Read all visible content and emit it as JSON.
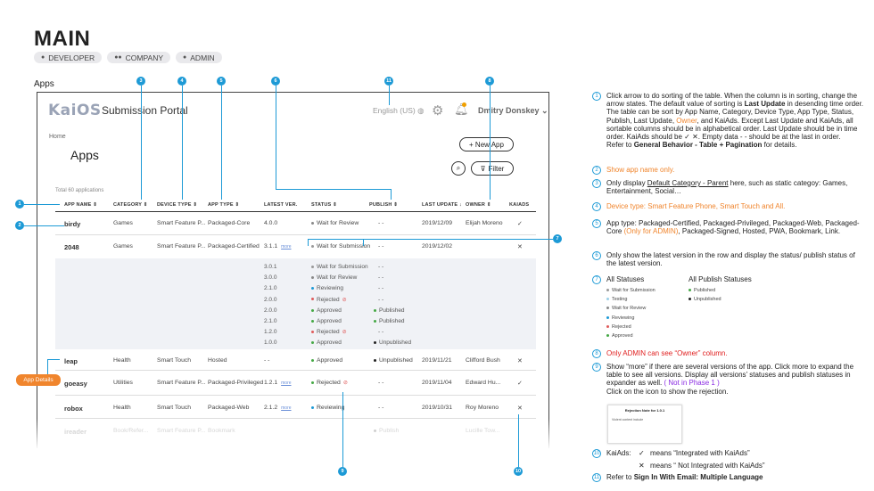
{
  "page": {
    "title": "MAIN",
    "roles": [
      "DEVELOPER",
      "COMPANY",
      "ADMIN"
    ],
    "section": "Apps",
    "app_details_label": "App Details"
  },
  "portal": {
    "logo": "KaiOS",
    "name": "Submission Portal",
    "language": "English (US)",
    "user": "Dmitry Donskey",
    "breadcrumb": "Home",
    "title": "Apps",
    "new_app": "+ New App",
    "filter": "Filter",
    "total": "Total 60 applications"
  },
  "table": {
    "headers": [
      "APP NAME",
      "CATEGORY",
      "DEVICE TYPE",
      "APP TYPE",
      "LATEST VER.",
      "STATUS",
      "PUBLISH",
      "LAST UPDATE",
      "OWNER",
      "KAIADS"
    ],
    "more_link": "more",
    "rows": [
      {
        "name": "birdy",
        "category": "Games",
        "device": "Smart Feature P...",
        "type": "Packaged-Core",
        "ver": "4.0.0",
        "status": "Wait for Review",
        "publish": "- -",
        "update": "2019/12/09",
        "owner": "Elijah Moreno",
        "kaiads": "✓"
      },
      {
        "name": "2048",
        "category": "Games",
        "device": "Smart Feature P...",
        "type": "Packaged-Certified",
        "ver": "3.1.1",
        "status": "Wait for Submission",
        "publish": "- -",
        "update": "2019/12/02",
        "owner": "",
        "kaiads": "✕"
      },
      {
        "name": "leap",
        "category": "Health",
        "device": "Smart Touch",
        "type": "Hosted",
        "ver": "- -",
        "status": "Approved",
        "publish": "Unpublished",
        "update": "2019/11/21",
        "owner": "Clifford Bush",
        "kaiads": "✕"
      },
      {
        "name": "goeasy",
        "category": "Utilities",
        "device": "Smart Feature P...",
        "type": "Packaged-Privileged",
        "ver": "1.2.1",
        "status": "Rejected",
        "publish": "- -",
        "update": "2019/11/04",
        "owner": "Edward Hu...",
        "kaiads": "✓"
      },
      {
        "name": "robox",
        "category": "Health",
        "device": "Smart Touch",
        "type": "Packaged-Web",
        "ver": "2.1.2",
        "status": "Reviewing",
        "publish": "- -",
        "update": "2019/10/31",
        "owner": "Roy Moreno",
        "kaiads": "✕"
      },
      {
        "name": "ireader",
        "category": "Book/Refer...",
        "device": "Smart Feature P...",
        "type": "Bookmark",
        "ver": "",
        "status": "",
        "publish": "Publish",
        "update": "",
        "owner": "Lucille Tow...",
        "kaiads": ""
      }
    ],
    "expanded_versions": [
      {
        "ver": "3.0.1",
        "status": "Wait for Submission",
        "publish": "- -"
      },
      {
        "ver": "3.0.0",
        "status": "Wait for Review",
        "publish": "- -"
      },
      {
        "ver": "2.1.0",
        "status": "Reviewing",
        "publish": "- -"
      },
      {
        "ver": "2.0.0",
        "status": "Rejected",
        "publish": "- -"
      },
      {
        "ver": "2.0.0",
        "status": "Approved",
        "publish": "Published"
      },
      {
        "ver": "2.1.0",
        "status": "Approved",
        "publish": "Published"
      },
      {
        "ver": "1.2.0",
        "status": "Rejected",
        "publish": "- -"
      },
      {
        "ver": "1.0.0",
        "status": "Approved",
        "publish": "Unpublished"
      }
    ]
  },
  "notes": {
    "n1": {
      "a": "Click arrow to do sorting of the table. When the column is in sorting, change the arrow states. The default value of sorting is ",
      "b": "Last Update",
      "c": " in desending time order. The table can be sort by App Name, Category, Device Type, App Type, Status, Publish,  Last Update, ",
      "d": "Owner",
      "e": ", and KaiAds. Except Last Update and KaiAds, all sortable columns should be in alphabetical order. Last Update should be in time order. KaiAds should be ✓ ✕. Empty data - - should be at the last in order.",
      "f": "Refer to ",
      "g": "General Behavior - Table + Pagination",
      "h": " for details."
    },
    "n2": "Show app name only.",
    "n3a": "Only display ",
    "n3b": "Default Category - Parent",
    "n3c": " here, such as static categoy: Games, Entertainment, Social…",
    "n4": "Device type: Smart Feature Phone, Smart Touch and All.",
    "n5a": "App type: Packaged-Certified, Packaged-Privileged, Packaged-Web, Packaged-Core ",
    "n5b": "(Only for ADMIN)",
    "n5c": ", Packaged-Signed, Hosted, PWA, Bookmark, Link.",
    "n6": "Only show the latest version in the row and display the status/ publish status of the latest version.",
    "n7": {
      "all_statuses": "All Statuses",
      "all_publish": "All Publish Statuses",
      "statuses": [
        "Wait for Submission",
        "Testing",
        "Wait for Review",
        "Reviewing",
        "Rejected",
        "Approved"
      ],
      "publish": [
        "Published",
        "Unpublished"
      ]
    },
    "n8": "Only ADMIN can see “Owner” column.",
    "n9a": "Show “more” if there are several versions of the app. Click more to expand the table to see all versions. Display all versions’ statuses and publish statuses in expander as well. ",
    "n9b": "( Not in Phase 1 )",
    "n9c": "Click on the icon to show the rejection.",
    "n9_popup_title": "Rejection Note for 1.0.1",
    "n9_popup_body": "Violent content include",
    "n10": {
      "label": "KaiAds:",
      "yes": "means “Integrated with KaiAds”",
      "no": "means “ Not Integrated with KaiAds”"
    },
    "n11a": "Refer to ",
    "n11b": "Sign In With Email: Multiple Language"
  },
  "colors": {
    "callout": "#1d9ad6",
    "orange": "#f0852d",
    "red": "#e02020",
    "purple": "#8a2be2"
  }
}
